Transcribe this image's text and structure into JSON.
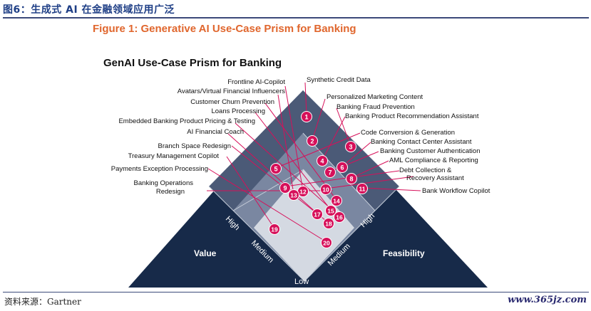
{
  "caption": "图6：生成式 AI 在金融领域应用广泛",
  "figure_title": "Figure 1: Generative AI Use-Case Prism for Banking",
  "diagram_title": "GenAI Use-Case Prism for Banking",
  "source": "资料来源：Gartner",
  "watermark": "www.365jz.com",
  "axes": {
    "value": "Value",
    "feasibility": "Feasibility",
    "high": "High",
    "medium": "Medium",
    "low": "Low"
  },
  "colors": {
    "dark": "#172a49",
    "band_mid": "#4b5a77",
    "band_light": "#7a87a1",
    "center": "#d4d9e2",
    "badge": "#d6105a",
    "title_orange": "#e0662d"
  },
  "use_cases": [
    {
      "num": "1",
      "label": "Synthetic Credit Data"
    },
    {
      "num": "2",
      "label": "Personalized Marketing Content"
    },
    {
      "num": "3",
      "label": "Banking Fraud Prevention"
    },
    {
      "num": "4",
      "label": "Banking Product Recommendation Assistant"
    },
    {
      "num": "5",
      "label": "Code Conversion & Generation"
    },
    {
      "num": "6",
      "label": "Banking Contact Center Assistant"
    },
    {
      "num": "7",
      "label": "Banking Customer Authentication"
    },
    {
      "num": "8",
      "label": "AML Compliance & Reporting"
    },
    {
      "num": "9",
      "label": "Debt Collection &"
    },
    {
      "num": "10",
      "label": "Recovery Assistant"
    },
    {
      "num": "11",
      "label": "Bank Workflow Copilot"
    },
    {
      "num": "12",
      "label": "Frontline AI-Copilot"
    },
    {
      "num": "13",
      "label": "Avatars/Virtual Financial Influencers"
    },
    {
      "num": "14",
      "label": "Customer Churn Prevention"
    },
    {
      "num": "15",
      "label": "Loans Processing"
    },
    {
      "num": "16",
      "label": "Embedded Banking Product Pricing & Testing"
    },
    {
      "num": "17",
      "label": "AI Financial Coach"
    },
    {
      "num": "18",
      "label": "Branch Space Redesign"
    },
    {
      "num": "19",
      "label": "Treasury Management Copilot"
    },
    {
      "num": "20",
      "label": "Payments Exception Processing"
    },
    {
      "num": "",
      "label": "Banking Operations"
    },
    {
      "num": "",
      "label": "Redesign"
    }
  ]
}
